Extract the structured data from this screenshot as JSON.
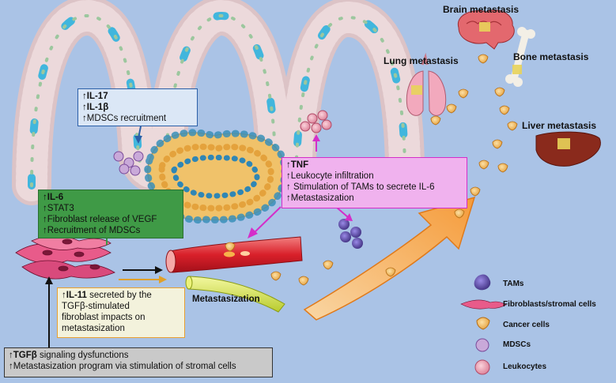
{
  "diagram": {
    "labels": {
      "brain": "Brain metastasis",
      "bone": "Bone metastasis",
      "lung": "Lung metastasis",
      "liver": "Liver metastasis",
      "metastasization": "Metastasization"
    },
    "box_il17": {
      "line1_arrow": "↑",
      "line1_bold": "IL-17",
      "line2_arrow": "↑",
      "line2_bold": "IL-1β",
      "line3": "↑MDSCs recruitment",
      "border_color": "#2b5fa8"
    },
    "box_il6": {
      "line1_arrow": "↑",
      "line1_bold": "IL-6",
      "line2": "↑STAT3",
      "line3": "↑Fibroblast release of VEGF",
      "line4": "↑Recruitment of MDSCs",
      "background_color": "#3f9a46"
    },
    "box_tnf": {
      "line1_arrow": "↑",
      "line1_bold": "TNF",
      "line2": "↑Leukocyte infiltration",
      "line3": "↑ Stimulation of TAMs to secrete IL-6",
      "line4": "↑Metastasization",
      "background_color": "#f0b2ee",
      "border_color": "#d42ec9"
    },
    "box_il11": {
      "line1_arrow": "↑",
      "line1_bold": "IL-11",
      "line1_rest": " secreted by the",
      "line2": "TGFβ-stimulated",
      "line3": "fibroblast impacts on",
      "line4": "metastasization",
      "border_color": "#e8a030"
    },
    "box_tgfb": {
      "line1_arrow": "↑",
      "line1_bold": "TGFβ",
      "line1_rest": " signaling dysfunctions",
      "line2": "↑Metastasization program via stimulation of stromal cells",
      "background_color": "#c9c9c9"
    },
    "legend": [
      {
        "label": "TAMs",
        "icon": "tam-icon"
      },
      {
        "label": "Fibroblasts/stromal cells",
        "icon": "fibroblast-icon"
      },
      {
        "label": "Cancer cells",
        "icon": "cancer-cell-icon"
      },
      {
        "label": "MDSCs",
        "icon": "mdsc-icon"
      },
      {
        "label": "Leukocytes",
        "icon": "leukocyte-icon"
      }
    ]
  }
}
